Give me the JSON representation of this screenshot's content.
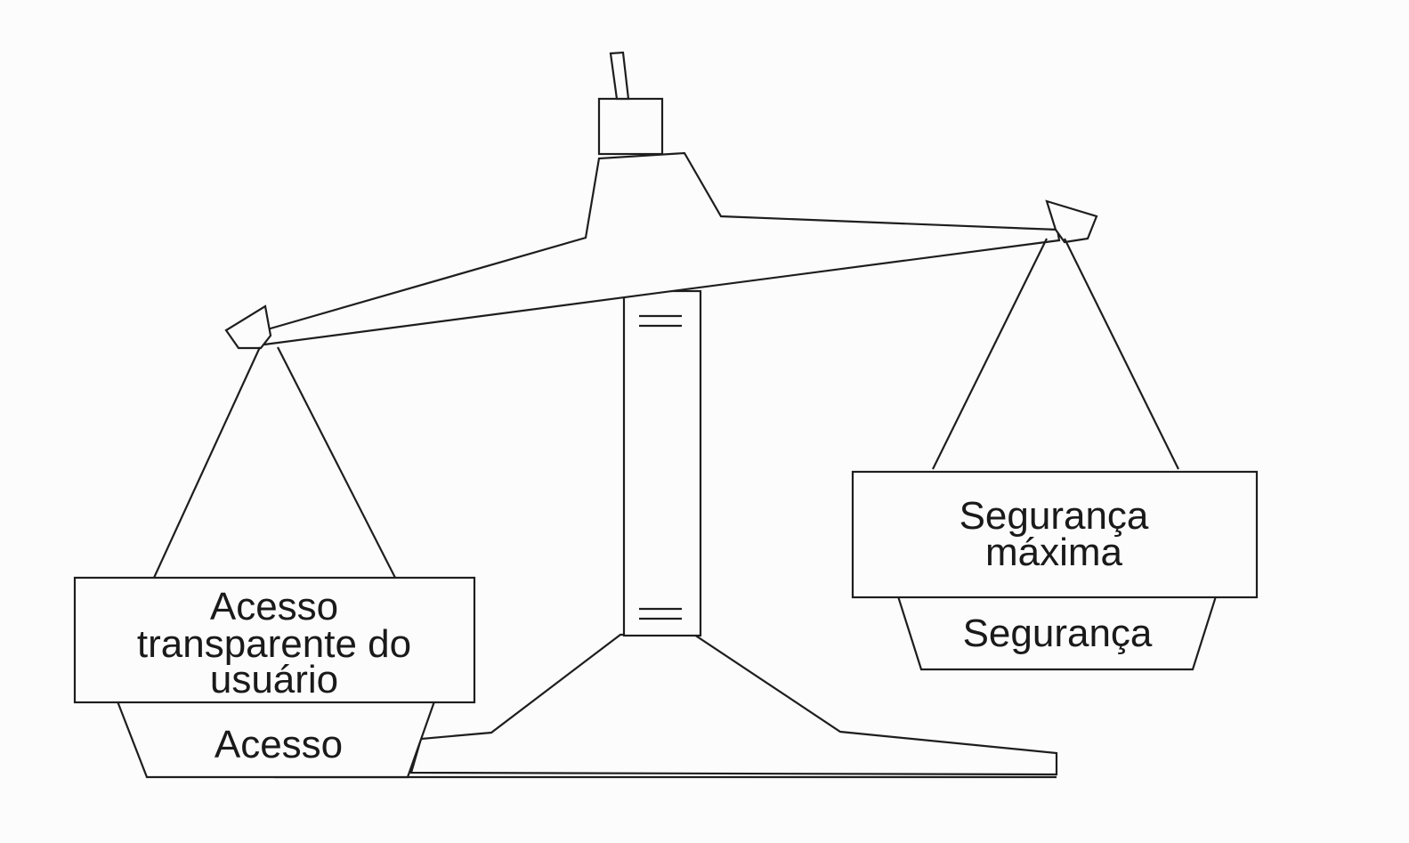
{
  "left_pan": {
    "box_lines": [
      "Acesso",
      "transparente do",
      "usuário"
    ],
    "base_label": "Acesso"
  },
  "right_pan": {
    "box_lines": [
      "Segurança",
      "máxima"
    ],
    "base_label": "Segurança"
  },
  "colors": {
    "line": "#1e1e1e",
    "background": "#fcfcfc"
  }
}
